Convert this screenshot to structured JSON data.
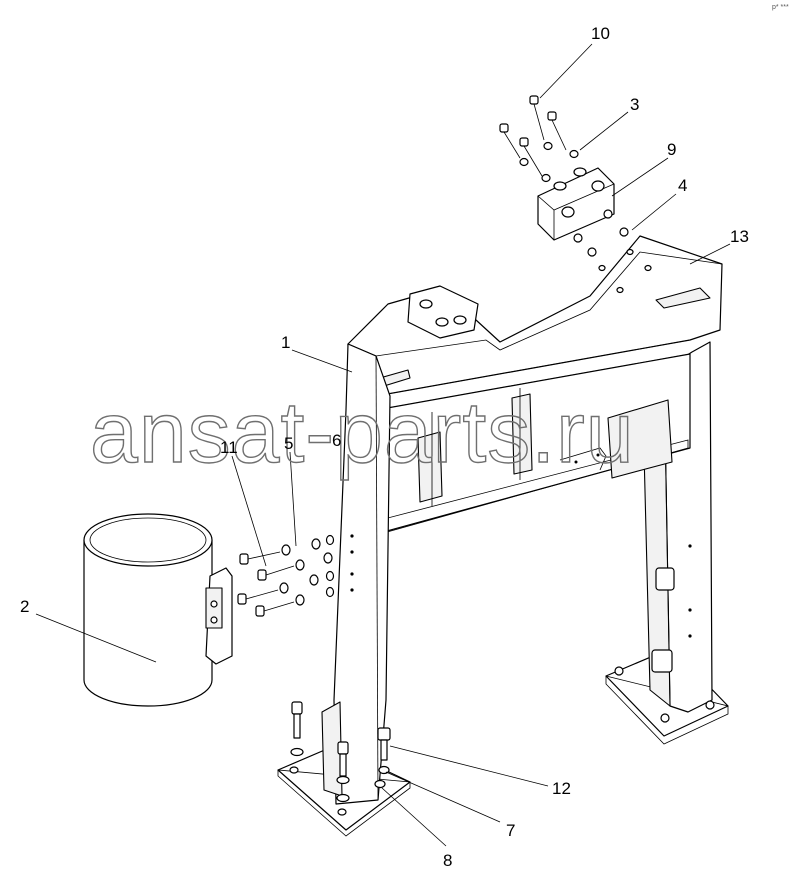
{
  "watermark": "ansat-parts.ru",
  "corner_mark": "p* ***",
  "callouts": [
    {
      "id": "1",
      "label": "1"
    },
    {
      "id": "2",
      "label": "2"
    },
    {
      "id": "3",
      "label": "3"
    },
    {
      "id": "4",
      "label": "4"
    },
    {
      "id": "5",
      "label": "5"
    },
    {
      "id": "6",
      "label": "6"
    },
    {
      "id": "7",
      "label": "7"
    },
    {
      "id": "8",
      "label": "8"
    },
    {
      "id": "9",
      "label": "9"
    },
    {
      "id": "10",
      "label": "10"
    },
    {
      "id": "11",
      "label": "11"
    },
    {
      "id": "12",
      "label": "12"
    },
    {
      "id": "13",
      "label": "13"
    }
  ]
}
